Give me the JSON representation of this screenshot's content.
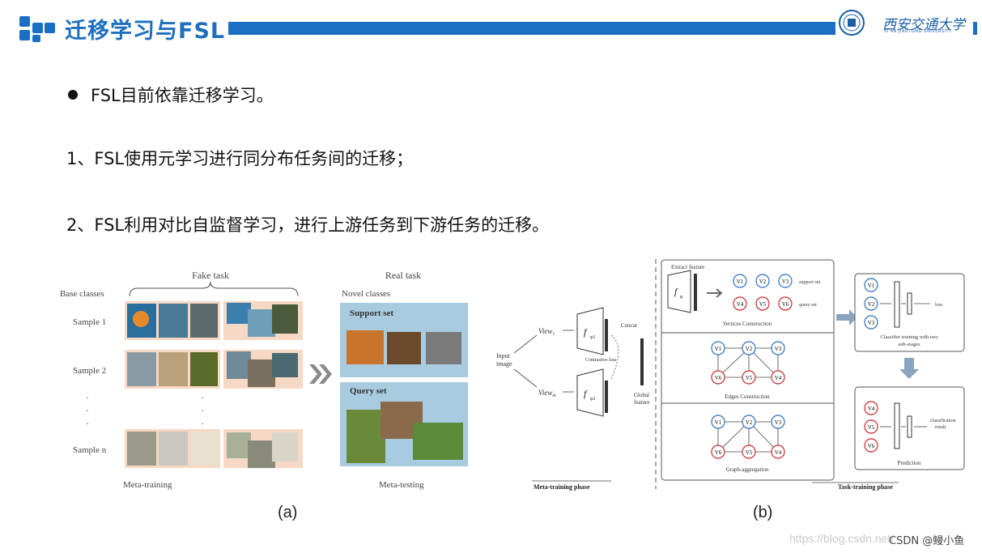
{
  "header": {
    "title": "迁移学习与FSL",
    "university": "西安交通大学",
    "university_en": "XI'AN JIAOTONG UNIVERSITY",
    "accent_color": "#1a6fc4"
  },
  "content": {
    "bullet": "FSL目前依靠迁移学习。",
    "line1": "1、FSL使用元学习进行同分布任务间的迁移；",
    "line2": "2、FSL利用对比自监督学习，进行上游任务到下游任务的迁移。"
  },
  "figure_a": {
    "caption": "(a)",
    "fake_task": "Fake task",
    "real_task": "Real task",
    "base_classes": "Base classes",
    "novel_classes": "Novel classes",
    "sample1": "Sample 1",
    "sample2": "Sample 2",
    "samplen": "Sample n",
    "support_set": "Support set",
    "query_set": "Query set",
    "meta_training": "Meta-training",
    "meta_testing": "Meta-testing"
  },
  "figure_b": {
    "caption": "(b)",
    "input_image": [
      "Input",
      "image"
    ],
    "view1": "View",
    "view1_sub": "1",
    "viewm": "View",
    "viewm_sub": "m",
    "f": "f",
    "phi1": "φ1",
    "phi2": "φ2",
    "phi": "φ",
    "concat": "Concat",
    "contrastive_loss": "Contrastive loss",
    "global_feature": [
      "Global",
      "feature"
    ],
    "extract_feature": "Extract feature",
    "support_set": "support set",
    "query_set": "query set",
    "vertices_construction": "Vertices Construction",
    "edges_construction": "Edges Construction",
    "graph_aggregation": "Graph-aggregation",
    "loss": "loss",
    "classifier_training": [
      "Classifier training with two",
      "sub-stages"
    ],
    "classification_result": [
      "classification",
      "result"
    ],
    "prediction": "Prediction",
    "meta_training_phase": "Meta-training phase",
    "task_training_phase": "Task-training phase",
    "nodes": [
      "V1",
      "V2",
      "V3",
      "V4",
      "V5",
      "V6"
    ],
    "blue_color": "#2a6fc0",
    "red_color": "#c8282a"
  },
  "footer": {
    "watermark": "https://blog.csdn.net/",
    "csdn": "CSDN @鳗小鱼"
  }
}
